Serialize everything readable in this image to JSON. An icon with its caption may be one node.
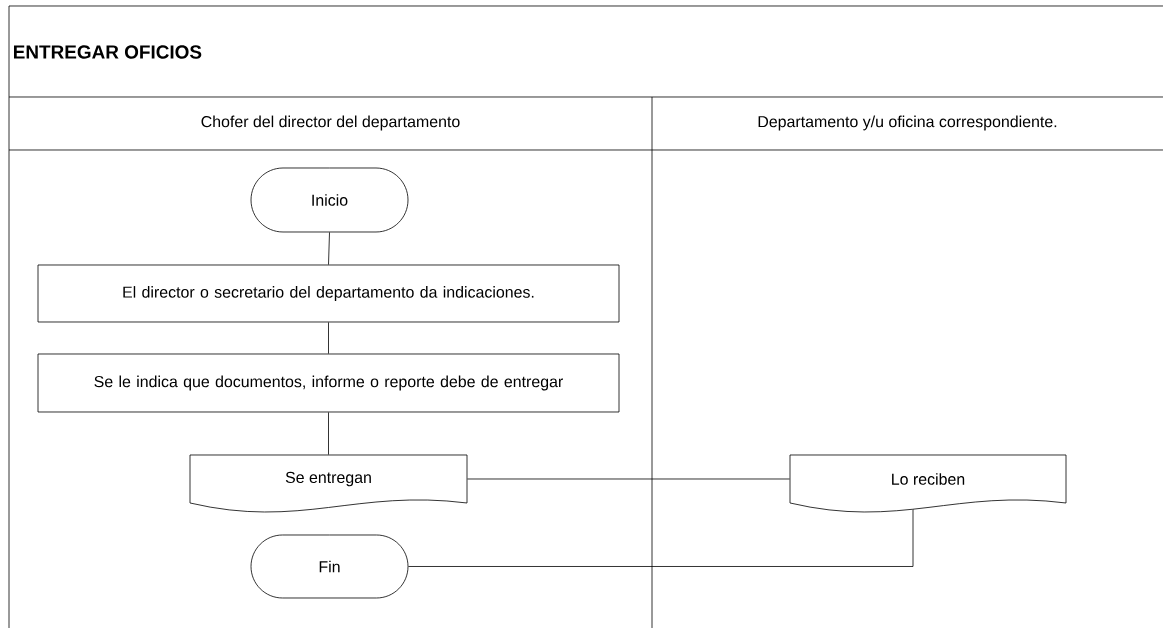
{
  "diagram": {
    "title": "ENTREGAR OFICIOS",
    "nodes": [
      {
        "text": [
          "Chofer del director del departamento"
        ]
      },
      {
        "text": [
          "Departamento y/u oficina correspondiente."
        ]
      },
      {
        "text": [
          "Inicio"
        ],
        "in": 0
      },
      {
        "text": [
          "El director o secretario del departamento da indicaciones."
        ],
        "in": 0
      },
      {
        "text": [
          "Se le indica que documentos, informe o reporte debe de entregar"
        ],
        "in": 0
      },
      {
        "text": [
          "Se entregan"
        ],
        "in": 0
      },
      {
        "text": [
          "Lo reciben"
        ],
        "in": 1
      },
      {
        "text": [
          "Fin"
        ],
        "in": 0
      }
    ],
    "edges": [
      {
        "from": 2,
        "to": 3,
        "arrow": "none"
      },
      {
        "from": 3,
        "to": 4,
        "arrow": "none"
      },
      {
        "from": 4,
        "to": 5,
        "arrow": "none"
      },
      {
        "from": 5,
        "to": 6,
        "arrow": "none"
      },
      {
        "from": 6,
        "to": 7,
        "arrow": "none"
      }
    ]
  }
}
